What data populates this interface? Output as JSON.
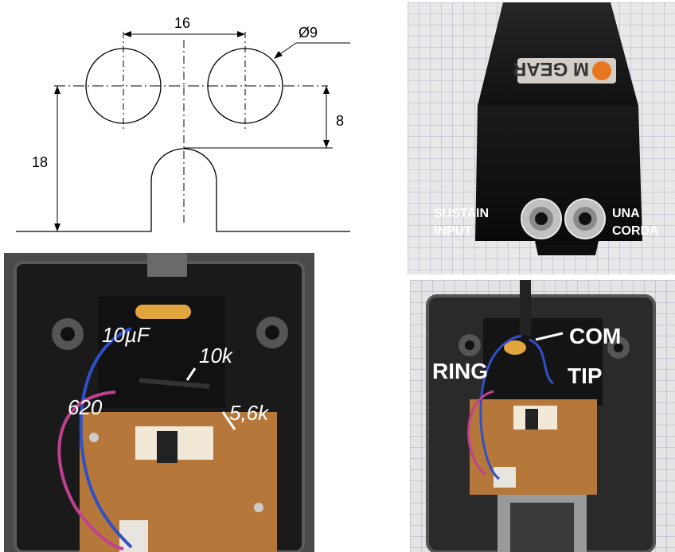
{
  "drawing": {
    "dimensions": {
      "spacing": "16",
      "diameter": "Ø9",
      "offset": "8",
      "height": "18"
    }
  },
  "enclosure_photo": {
    "brand": "M GEAR",
    "left_jack_label_line1": "SUSTAIN",
    "left_jack_label_line2": "INPUT",
    "right_jack_label_line1": "UNA",
    "right_jack_label_line2": "CORDA"
  },
  "circuit_photo": {
    "capacitor": "10µF",
    "resistor_a": "10k",
    "resistor_b": "620",
    "resistor_c": "5,6k"
  },
  "wiring_photo": {
    "com": "COM",
    "tip": "TIP",
    "ring": "RING"
  }
}
